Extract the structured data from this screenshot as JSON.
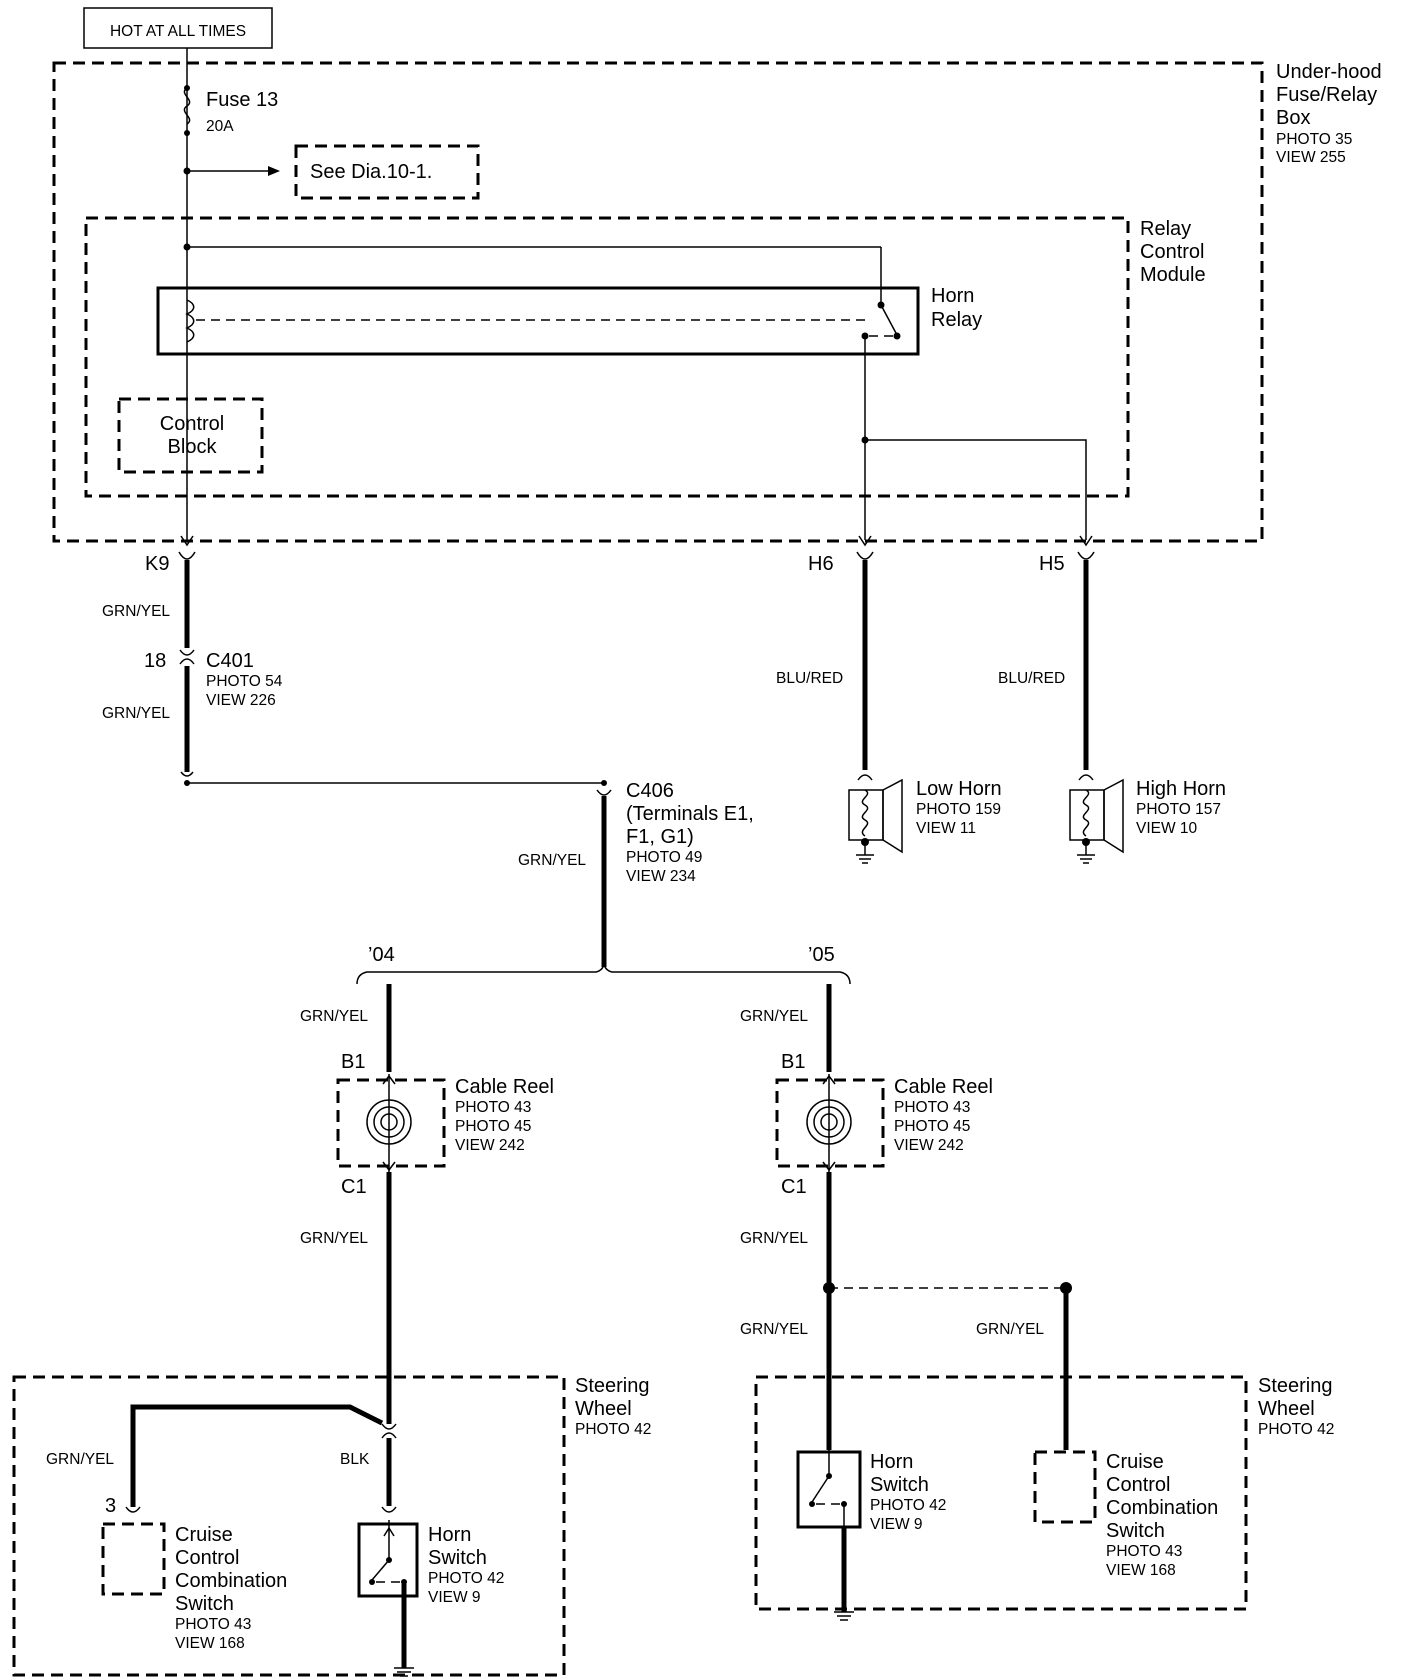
{
  "header": {
    "hot_label": "HOT AT ALL TIMES"
  },
  "boxes": {
    "underhood": {
      "line1": "Under-hood",
      "line2": "Fuse/Relay",
      "line3": "Box",
      "photo": "PHOTO 35",
      "view": "VIEW 255"
    },
    "relay_module": {
      "line1": "Relay",
      "line2": "Control",
      "line3": "Module"
    },
    "steering_left": {
      "line1": "Steering",
      "line2": "Wheel",
      "photo": "PHOTO 42"
    },
    "steering_right": {
      "line1": "Steering",
      "line2": "Wheel",
      "photo": "PHOTO 42"
    }
  },
  "fuse": {
    "name": "Fuse 13",
    "rating": "20A"
  },
  "see_ref": "See Dia.10-1.",
  "horn_relay": {
    "line1": "Horn",
    "line2": "Relay"
  },
  "control_block": {
    "line1": "Control",
    "line2": "Block"
  },
  "terminals": {
    "k9": "K9",
    "h6": "H6",
    "h5": "H5",
    "pin18": "18",
    "b1_left": "B1",
    "c1_left": "C1",
    "b1_right": "B1",
    "c1_right": "C1",
    "pin3": "3"
  },
  "wires": {
    "k9_top": "GRN/YEL",
    "k9_bottom": "GRN/YEL",
    "h6": "BLU/RED",
    "h5": "BLU/RED",
    "c406": "GRN/YEL",
    "left_top": "GRN/YEL",
    "right_top": "GRN/YEL",
    "left_mid": "GRN/YEL",
    "right_mid": "GRN/YEL",
    "right_horn": "GRN/YEL",
    "right_cruise": "GRN/YEL",
    "left_cruise": "GRN/YEL",
    "left_blk": "BLK"
  },
  "connectors": {
    "c401": {
      "name": "C401",
      "photo": "PHOTO 54",
      "view": "VIEW 226"
    },
    "c406": {
      "name": "C406",
      "line2": "(Terminals E1,",
      "line3": "F1, G1)",
      "photo": "PHOTO 49",
      "view": "VIEW 234"
    }
  },
  "horns": {
    "low": {
      "name": "Low Horn",
      "photo": "PHOTO 159",
      "view": "VIEW 11"
    },
    "high": {
      "name": "High Horn",
      "photo": "PHOTO 157",
      "view": "VIEW 10"
    }
  },
  "years": {
    "y04": "’04",
    "y05": "’05"
  },
  "cable_reel_left": {
    "name": "Cable Reel",
    "photo1": "PHOTO 43",
    "photo2": "PHOTO 45",
    "view": "VIEW 242"
  },
  "cable_reel_right": {
    "name": "Cable Reel",
    "photo1": "PHOTO 43",
    "photo2": "PHOTO 45",
    "view": "VIEW 242"
  },
  "horn_switch_left": {
    "line1": "Horn",
    "line2": "Switch",
    "photo": "PHOTO 42",
    "view": "VIEW 9"
  },
  "horn_switch_right": {
    "line1": "Horn",
    "line2": "Switch",
    "photo": "PHOTO 42",
    "view": "VIEW 9"
  },
  "cruise_left": {
    "line1": "Cruise",
    "line2": "Control",
    "line3": "Combination",
    "line4": "Switch",
    "photo": "PHOTO 43",
    "view": "VIEW 168"
  },
  "cruise_right": {
    "line1": "Cruise",
    "line2": "Control",
    "line3": "Combination",
    "line4": "Switch",
    "photo": "PHOTO 43",
    "view": "VIEW 168"
  }
}
